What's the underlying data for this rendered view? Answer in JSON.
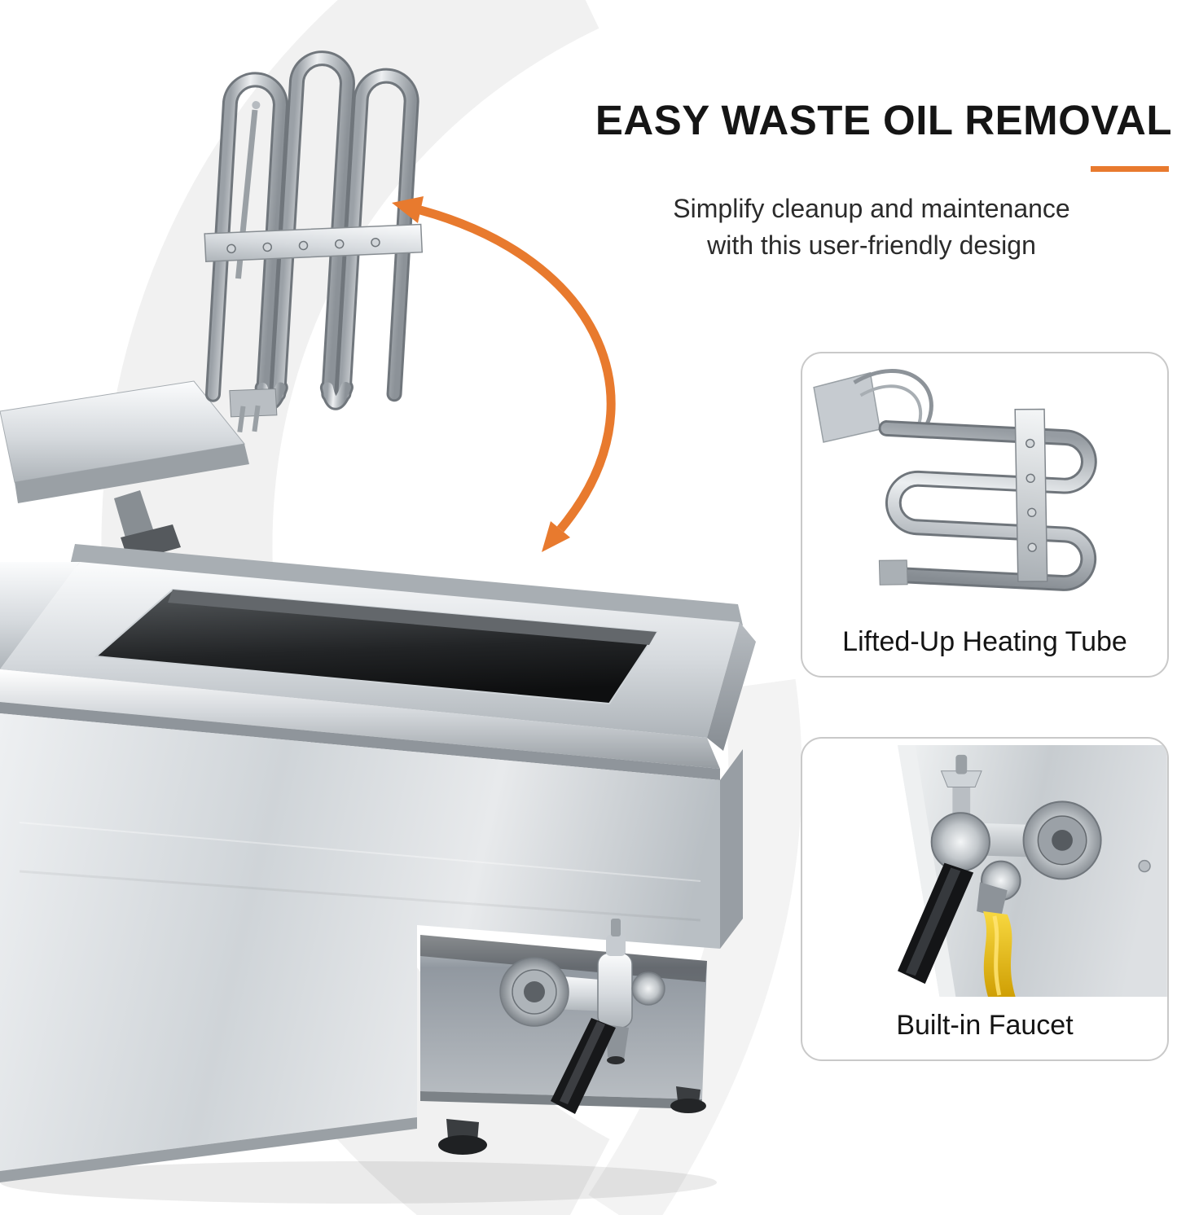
{
  "header": {
    "title": "EASY WASTE OIL REMOVAL",
    "subtitle": [
      "Simplify cleanup and maintenance",
      "with this user-friendly design"
    ],
    "accent_color": "#E87A2E"
  },
  "callouts": [
    {
      "id": "heating-tube",
      "caption": "Lifted-Up Heating Tube"
    },
    {
      "id": "faucet",
      "caption": "Built-in Faucet"
    }
  ],
  "illustrations": {
    "main": "stainless-steel-fryer-with-lifted-heating-element",
    "arrow": "curved-lift-arrow",
    "card_heating": "heating-element",
    "card_faucet": "oil-drain-faucet"
  },
  "palette": {
    "accent_orange": "#E87A2E",
    "steel_light": "#f4f6f7",
    "steel_dark": "#8d949a",
    "cavity": "#1c1d1f",
    "oil_yellow": "#e9b90c",
    "handle_black": "#17181a",
    "text_dark": "#151515",
    "text_body": "#2b2b2b",
    "card_border": "#c9c9c9"
  }
}
